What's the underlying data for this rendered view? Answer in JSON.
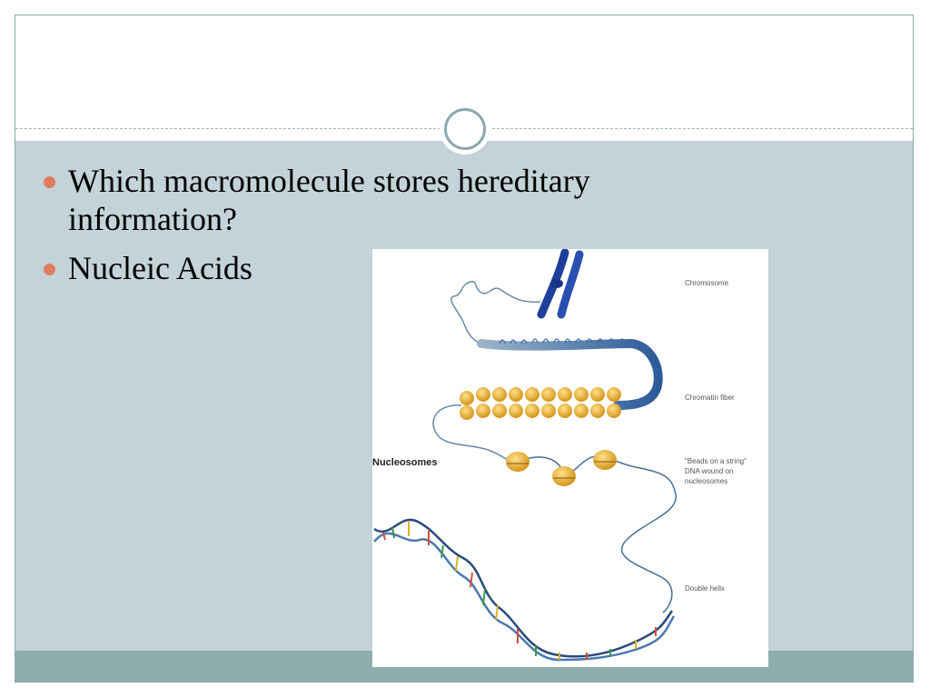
{
  "slide": {
    "bullets": [
      "Which macromolecule stores hereditary information?",
      "Nucleic Acids"
    ]
  },
  "figure": {
    "labels": {
      "chromosome": "Chromosome",
      "chromatin_fiber": "Chromatin fiber",
      "nucleosomes": "Nucleosomes",
      "beads_line1": "\"Beads on a string\"",
      "beads_line2": "DNA wound on",
      "beads_line3": "nucleosomes",
      "double_helix": "Double helix"
    }
  },
  "colors": {
    "content_bg": "#c4d2d9",
    "footer_band": "#8eaeae",
    "bullet": "#e17d5f",
    "chromosome": "#1f3f9a",
    "nucleosome": "#e8b030"
  }
}
